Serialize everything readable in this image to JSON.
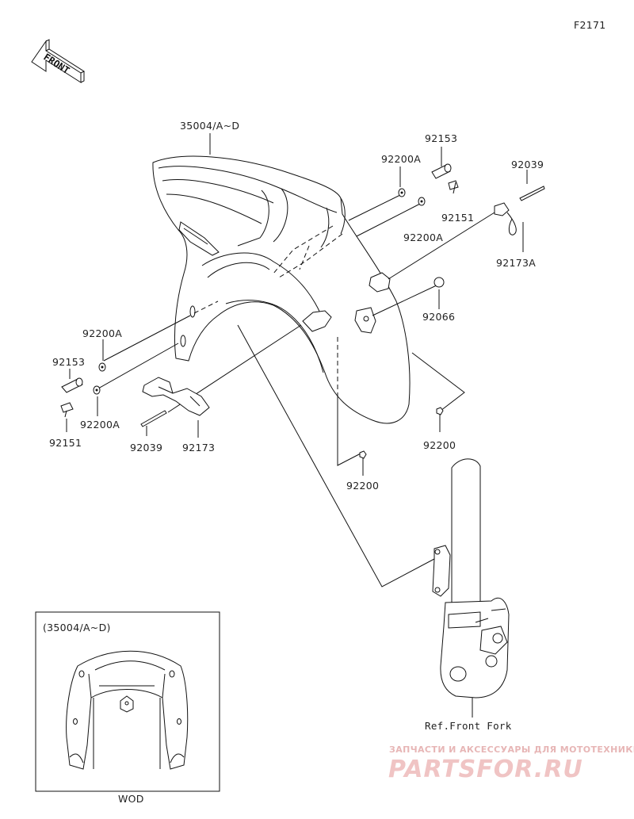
{
  "diagram": {
    "code": "F2171",
    "front_label": "FRONT",
    "fender_label": "35004/A~D",
    "callouts": {
      "p92153_tr": "92153",
      "p92200A_tr1": "92200A",
      "p92151_tr": "92151",
      "p92200A_tr2": "92200A",
      "p92039_tr": "92039",
      "p92173A": "92173A",
      "p92066": "92066",
      "p92200_r": "92200",
      "p92200_c": "92200",
      "p92200A_l1": "92200A",
      "p92153_l": "92153",
      "p92151_l": "92151",
      "p92200A_l2": "92200A",
      "p92039_l": "92039",
      "p92173": "92173"
    },
    "fork_label": "Ref.Front Fork",
    "inset": {
      "title": "(35004/A~D)",
      "caption": "WOD"
    },
    "watermark": {
      "line1": "ЗАПЧАСТИ И АКСЕССУАРЫ ДЛЯ МОТОТЕХНИКИ",
      "line2": "PARTSFOR.RU"
    }
  }
}
